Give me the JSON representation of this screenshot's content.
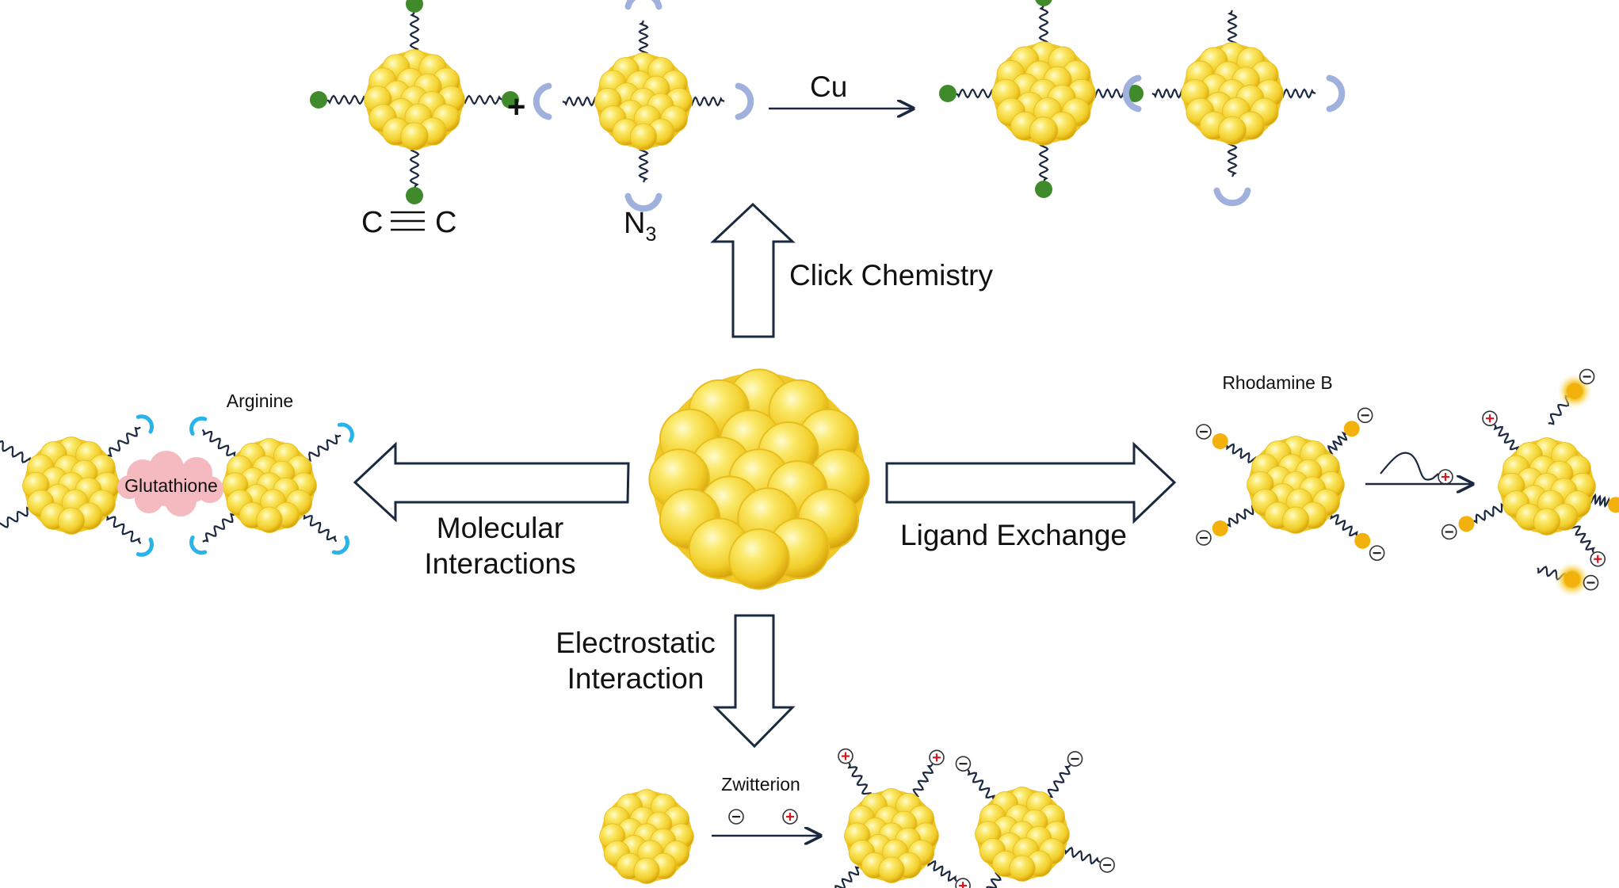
{
  "click": {
    "label": "Click Chemistry",
    "catalyst": "Cu",
    "plus": "+",
    "alkyne_left": "C",
    "alkyne_right": "C",
    "azide_N": "N",
    "azide_sub": "3"
  },
  "molecular": {
    "line1": "Molecular",
    "line2": "Interactions",
    "arginine": "Arginine",
    "glutathione": "Glutathione"
  },
  "ligand": {
    "label": "Ligand Exchange",
    "rhodamine": "Rhodamine B"
  },
  "electrostatic": {
    "line1": "Electrostatic",
    "line2": "Interaction",
    "zwitterion": "Zwitterion"
  },
  "colors": {
    "gold": "#f6dc3c",
    "gold_light": "#fff6a8",
    "gold_dark": "#d9a90f",
    "green": "#3f8a2a",
    "azide": "#9fb1dc",
    "cyan": "#28b4e8",
    "orange": "#f2b10c",
    "pink": "#f5b9c0",
    "navy": "#1a2840"
  }
}
